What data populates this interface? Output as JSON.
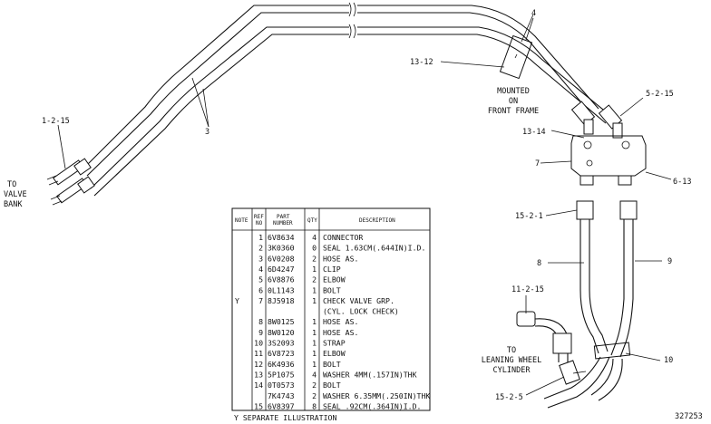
{
  "callouts": {
    "c_4": "4",
    "c_13_12": "13-12",
    "c_mounted_1": "MOUNTED",
    "c_mounted_2": "ON",
    "c_mounted_3": "FRONT FRAME",
    "c_5_2_15": "5-2-15",
    "c_13_14": "13-14",
    "c_7": "7",
    "c_6_13": "6-13",
    "c_15_2_1": "15-2-1",
    "c_3": "3",
    "c_1_2_15": "1-2-15",
    "c_to_1": "TO",
    "c_to_2": "VALVE",
    "c_to_3": "BANK",
    "c_8": "8",
    "c_9": "9",
    "c_11_2_15": "11-2-15",
    "c_lean_1": "TO",
    "c_lean_2": "LEANING WHEEL",
    "c_lean_3": "CYLINDER",
    "c_10": "10",
    "c_15_2_5": "15-2-5",
    "drawing_no": "327253"
  },
  "parts_table": {
    "headers": {
      "note": "NOTE",
      "ref_1": "REF",
      "ref_2": "NO",
      "part_1": "PART",
      "part_2": "NUMBER",
      "qty": "QTY",
      "desc": "DESCRIPTION"
    },
    "rows": [
      {
        "note": "",
        "ref": "1",
        "part": "6V8634",
        "qty": "4",
        "desc": "CONNECTOR"
      },
      {
        "note": "",
        "ref": "2",
        "part": "3K0360",
        "qty": "0",
        "desc": "SEAL 1.63CM(.644IN)I.D."
      },
      {
        "note": "",
        "ref": "3",
        "part": "6V0208",
        "qty": "2",
        "desc": "HOSE AS."
      },
      {
        "note": "",
        "ref": "4",
        "part": "6D4247",
        "qty": "1",
        "desc": "CLIP"
      },
      {
        "note": "",
        "ref": "5",
        "part": "6V8876",
        "qty": "2",
        "desc": "ELBOW"
      },
      {
        "note": "",
        "ref": "6",
        "part": "0L1143",
        "qty": "1",
        "desc": "BOLT"
      },
      {
        "note": "Y",
        "ref": "7",
        "part": "8J5918",
        "qty": "1",
        "desc": "CHECK VALVE GRP."
      },
      {
        "note": "",
        "ref": "",
        "part": "",
        "qty": "",
        "desc": "(CYL. LOCK CHECK)"
      },
      {
        "note": "",
        "ref": "8",
        "part": "8W0125",
        "qty": "1",
        "desc": "HOSE AS."
      },
      {
        "note": "",
        "ref": "9",
        "part": "8W0120",
        "qty": "1",
        "desc": "HOSE AS."
      },
      {
        "note": "",
        "ref": "10",
        "part": "3S2093",
        "qty": "1",
        "desc": "STRAP"
      },
      {
        "note": "",
        "ref": "11",
        "part": "6V8723",
        "qty": "1",
        "desc": "ELBOW"
      },
      {
        "note": "",
        "ref": "12",
        "part": "6K4936",
        "qty": "1",
        "desc": "BOLT"
      },
      {
        "note": "",
        "ref": "13",
        "part": "5P1075",
        "qty": "4",
        "desc": "WASHER 4MM(.157IN)THK"
      },
      {
        "note": "",
        "ref": "14",
        "part": "0T0573",
        "qty": "2",
        "desc": "BOLT"
      },
      {
        "note": "",
        "ref": "",
        "part": "7K4743",
        "qty": "2",
        "desc": "WASHER 6.35MM(.250IN)THK"
      },
      {
        "note": "",
        "ref": "15",
        "part": "6V8397",
        "qty": "8",
        "desc": "SEAL .92CM(.364IN)I.D."
      }
    ],
    "footnote": "Y  SEPARATE ILLUSTRATION"
  }
}
